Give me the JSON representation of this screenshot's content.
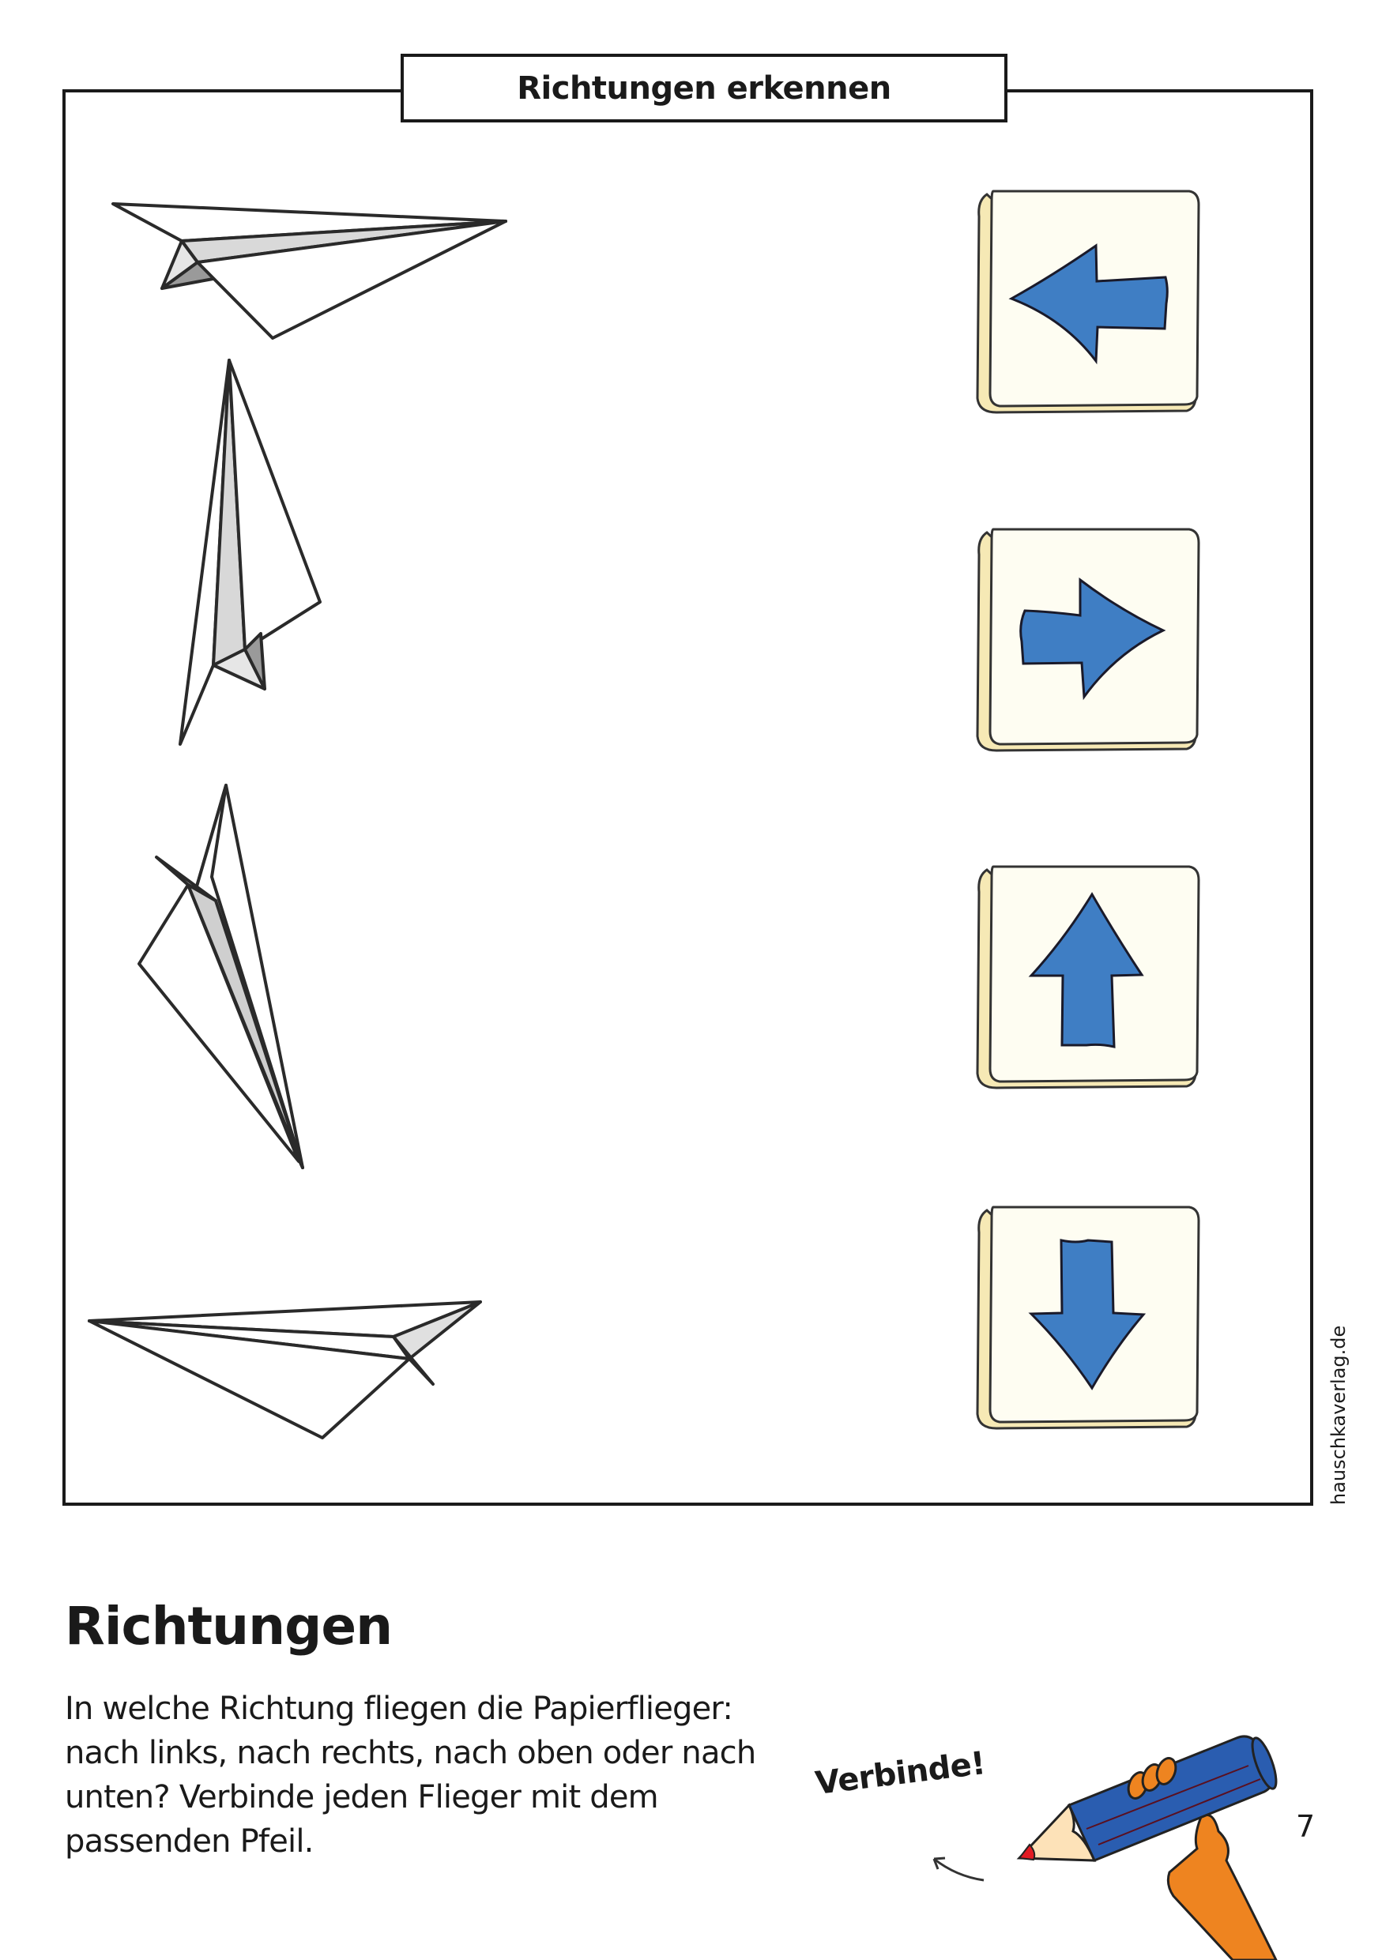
{
  "exercise_frame": {
    "title": "Richtungen erkennen",
    "planes": [
      {
        "direction": "right",
        "label": "paper-plane-flying-right"
      },
      {
        "direction": "up",
        "label": "paper-plane-flying-up"
      },
      {
        "direction": "up-tilted",
        "label": "paper-plane-flying-up"
      },
      {
        "direction": "left",
        "label": "paper-plane-flying-left"
      }
    ],
    "arrow_cards": [
      {
        "direction": "left",
        "icon": "arrow-left-icon"
      },
      {
        "direction": "right",
        "icon": "arrow-right-icon"
      },
      {
        "direction": "up",
        "icon": "arrow-up-icon"
      },
      {
        "direction": "down",
        "icon": "arrow-down-icon"
      }
    ],
    "colors": {
      "arrow_blue": "#3f7ec4",
      "card_fill": "#fefdf2",
      "card_edge": "#f6e9b5",
      "pencil_blue": "#2a5db0",
      "hand_orange": "#ee8420",
      "pencil_tip_red": "#e21b23"
    }
  },
  "side_credit": "hauschkaverlag.de",
  "task": {
    "heading": "Richtungen",
    "lines": [
      "In welche Richtung fliegen die Papierflieger:",
      "nach links, nach rechts, nach oben oder nach",
      "unten? Verbinde jeden Flieger mit dem",
      "passenden Pfeil."
    ],
    "instruction_badge": "Verbinde!"
  },
  "page_number": "7"
}
